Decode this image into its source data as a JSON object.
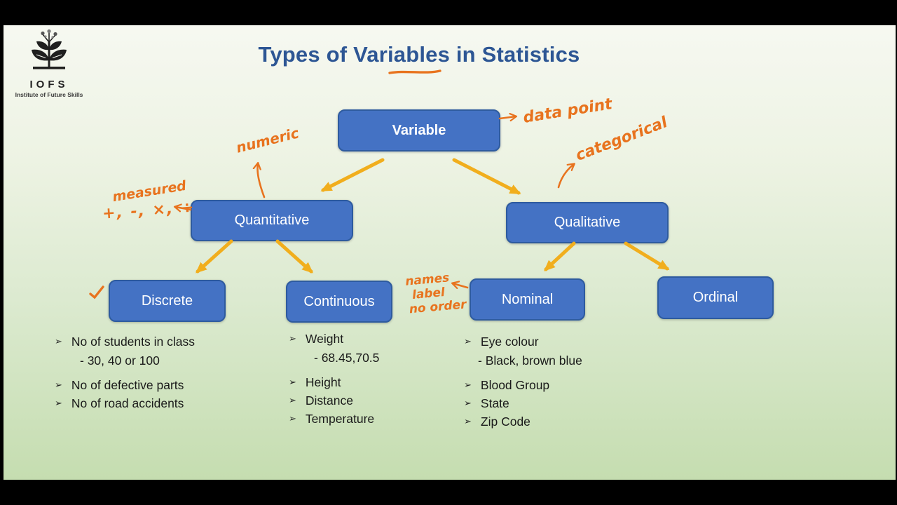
{
  "slide": {
    "title": "Types of Variables in Statistics"
  },
  "logo": {
    "acronym": "IOFS",
    "tagline": "Institute of Future Skills"
  },
  "tree": {
    "root": "Variable",
    "branches": [
      {
        "label": "Quantitative",
        "children": [
          "Discrete",
          "Continuous"
        ]
      },
      {
        "label": "Qualitative",
        "children": [
          "Nominal",
          "Ordinal"
        ]
      }
    ]
  },
  "handwritten": {
    "numeric": "numeric",
    "data_point": "data point",
    "categorical": "categorical",
    "measured": "measured",
    "operators": "+, -, ×, ÷",
    "nominal_note": [
      "names",
      "label",
      "no order"
    ]
  },
  "examples": {
    "discrete": [
      {
        "text": "No of students in class",
        "sub": "- 30, 40 or 100"
      },
      {
        "text": "No of defective parts"
      },
      {
        "text": "No of road accidents"
      }
    ],
    "continuous": [
      {
        "text": "Weight",
        "sub": "-  68.45,70.5"
      },
      {
        "text": "Height"
      },
      {
        "text": "Distance"
      },
      {
        "text": "Temperature"
      }
    ],
    "nominal": [
      {
        "text": "Eye colour",
        "sub": "- Black, brown blue"
      },
      {
        "text": "Blood Group"
      },
      {
        "text": "State"
      },
      {
        "text": "Zip Code"
      }
    ]
  },
  "bullet_glyph": "➢",
  "colors": {
    "node_fill": "#4472c4",
    "node_border": "#2e5b9f",
    "connector_yellow": "#f1ae1d",
    "handwriting_orange": "#e8731e",
    "title_blue": "#2d5694",
    "background_top": "#f6f8f1",
    "background_bottom": "#c5ddb0"
  }
}
